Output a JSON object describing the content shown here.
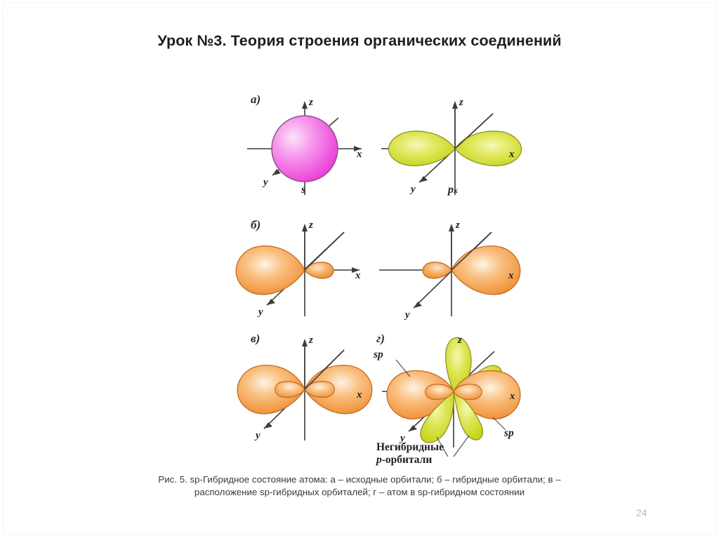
{
  "slide": {
    "title": "Урок №3. Теория строения органических соединений",
    "page_number": "24"
  },
  "figure": {
    "caption_line_1": "Рис. 5. sp-Гибридное состояние атома: а – исходные орбитали; б – гибридные орбитали; в –",
    "caption_line_2": "расположение sp-гибридных орбиталей; г – атом в sp-гибридном состоянии",
    "nonhybrid_note_line_1": "Негибридные",
    "nonhybrid_note_p": "p",
    "nonhybrid_note_line_2": "-орбитали",
    "axes": {
      "x": "x",
      "y": "y",
      "z": "z"
    },
    "colors": {
      "s_orbital_fill": "#ef4fe0",
      "s_orbital_highlight": "#fbd9f7",
      "s_orbital_stroke": "#8a4f86",
      "p_orbital_fill": "#cdd91f",
      "p_orbital_highlight": "#f0f5a8",
      "p_orbital_stroke": "#8f9222",
      "hybrid_fill": "#f2913a",
      "hybrid_highlight": "#fdeacf",
      "hybrid_stroke": "#c06a22",
      "axis_stroke": "#3c3c3c",
      "caption_text": "#3a3a3a",
      "title_text": "#1d1d1d",
      "page_number_text": "#b8b8b8"
    },
    "panels": [
      {
        "id": "a-left",
        "letter": "а)",
        "orbital_label": "s",
        "orbital_type": "s-sphere",
        "description": "Сферическая s-орбиталь"
      },
      {
        "id": "a-right",
        "letter": "",
        "orbital_label": "px",
        "orbital_label_base": "p",
        "orbital_label_sub": "x",
        "orbital_type": "p-dumbbell",
        "description": "Гантелевидная p-орбиталь"
      },
      {
        "id": "b-left",
        "letter": "б)",
        "orbital_label": "",
        "orbital_type": "sp-hybrid-left",
        "description": "sp-гибридная орбиталь, направлена влево"
      },
      {
        "id": "b-right",
        "letter": "",
        "orbital_label": "",
        "orbital_type": "sp-hybrid-right",
        "description": "sp-гибридная орбиталь, направлена вправо"
      },
      {
        "id": "v",
        "letter": "в)",
        "orbital_label": "",
        "orbital_type": "sp-hybrid-pair",
        "description": "Две sp-гибридные орбитали вдоль оси x"
      },
      {
        "id": "g",
        "letter": "г)",
        "orbital_label": "",
        "orbital_type": "sp-atom",
        "labels": [
          "sp",
          "sp"
        ],
        "description": "Атом в sp-гибридном состоянии с негибридными p-орбиталями"
      }
    ]
  }
}
